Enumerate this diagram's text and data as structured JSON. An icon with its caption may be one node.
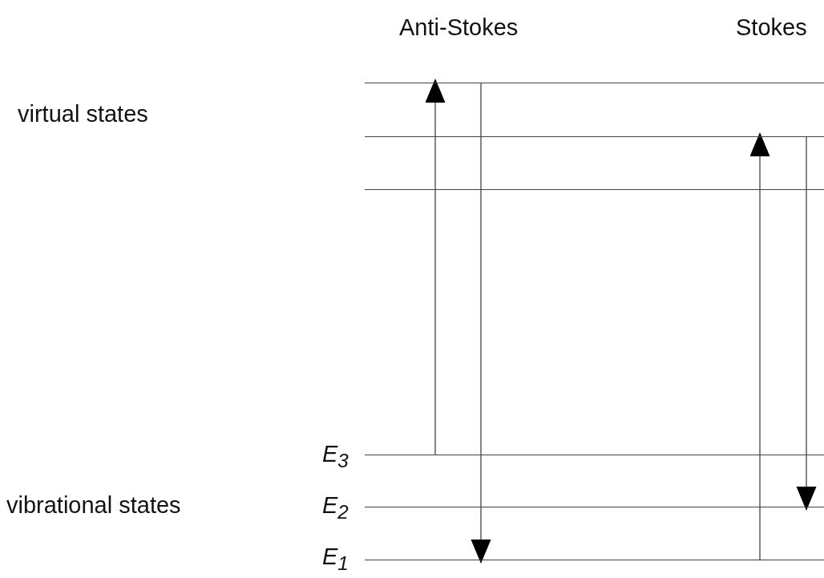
{
  "diagram": {
    "nodes": [
      {
        "text": [],
        "shape": "line"
      },
      {
        "text": [],
        "shape": "line"
      },
      {
        "text": [],
        "shape": "line"
      },
      {
        "text": [],
        "shape": "line"
      },
      {
        "text": [],
        "shape": "line"
      },
      {
        "text": [],
        "shape": "line"
      }
    ],
    "edges": [
      {
        "from": 3,
        "to": 0,
        "arrow": "to"
      },
      {
        "from": 0,
        "to": 5,
        "arrow": "to"
      },
      {
        "from": 5,
        "to": 1,
        "arrow": "to"
      },
      {
        "from": 1,
        "to": 4,
        "arrow": "to"
      }
    ],
    "labels": [
      "Anti-Stokes",
      "Stokes",
      "virtual states",
      "E$_{3}$",
      "vibrational states",
      "E$_{2}$",
      "E$_{1}$"
    ]
  }
}
